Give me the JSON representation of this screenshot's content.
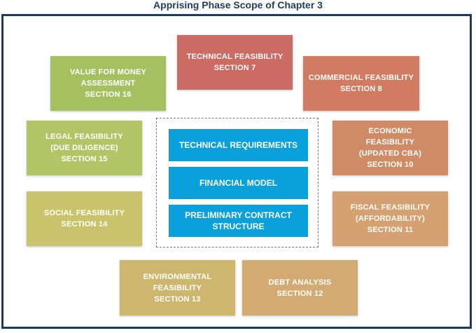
{
  "title": "Apprising Phase Scope of Chapter 3",
  "boxes": [
    {
      "id": "technical",
      "lines": [
        "TECHNICAL FEASIBILITY",
        "SECTION 7"
      ],
      "color": "#cc6a64"
    },
    {
      "id": "commercial",
      "lines": [
        "COMMERCIAL FEASIBILITY",
        "SECTION 8"
      ],
      "color": "#d07b62"
    },
    {
      "id": "economic",
      "lines": [
        "ECONOMIC",
        "FEASIBILITY",
        "(UPDATED CBA)",
        "SECTION 10"
      ],
      "color": "#cf8a66"
    },
    {
      "id": "fiscal",
      "lines": [
        "FISCAL FEASIBILITY",
        "(AFFORDABILITY)",
        "SECTION 11"
      ],
      "color": "#d5a170"
    },
    {
      "id": "debt",
      "lines": [
        "DEBT ANALYSIS",
        "SECTION 12"
      ],
      "color": "#d3aa72"
    },
    {
      "id": "environmental",
      "lines": [
        "ENVIRONMENTAL",
        "FEASIBILITY",
        "SECTION 13"
      ],
      "color": "#cdb66d"
    },
    {
      "id": "social",
      "lines": [
        "SOCIAL FEASIBILITY",
        "SECTION 14"
      ],
      "color": "#c9c46b"
    },
    {
      "id": "legal",
      "lines": [
        "LEGAL FEASIBILITY",
        "(DUE DILIGENCE)",
        "SECTION 15"
      ],
      "color": "#b2c466"
    },
    {
      "id": "vfm",
      "lines": [
        "VALUE FOR MONEY",
        "ASSESSMENT",
        "SECTION 16"
      ],
      "color": "#a5c060"
    }
  ],
  "center": [
    {
      "id": "tech-req",
      "lines": [
        "TECHNICAL REQUIREMENTS"
      ]
    },
    {
      "id": "fin-model",
      "lines": [
        "FINANCIAL MODEL"
      ]
    },
    {
      "id": "contract",
      "lines": [
        "PRELIMINARY CONTRACT",
        "STRUCTURE"
      ]
    }
  ],
  "colors": {
    "frame": "#1f3a5f",
    "center_box": "#0aa0dc"
  }
}
